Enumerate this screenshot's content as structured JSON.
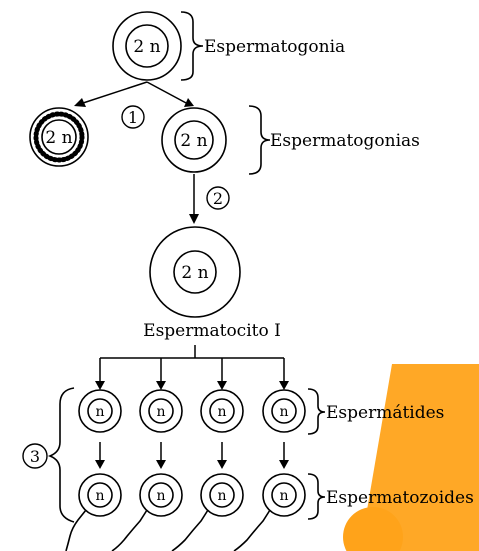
{
  "labels": {
    "spermatogonium": "Espermatogonia",
    "spermatogonia": "Espermatogonias",
    "spermatocyte": "Espermatocito I",
    "spermatids": "Espermátides",
    "spermatozoa": "Espermatozoides"
  },
  "cells": {
    "diploid": "2 n",
    "haploid": "n"
  },
  "steps": {
    "one": "1",
    "two": "2",
    "three": "3"
  },
  "watermark_color": "#FF9A1A"
}
